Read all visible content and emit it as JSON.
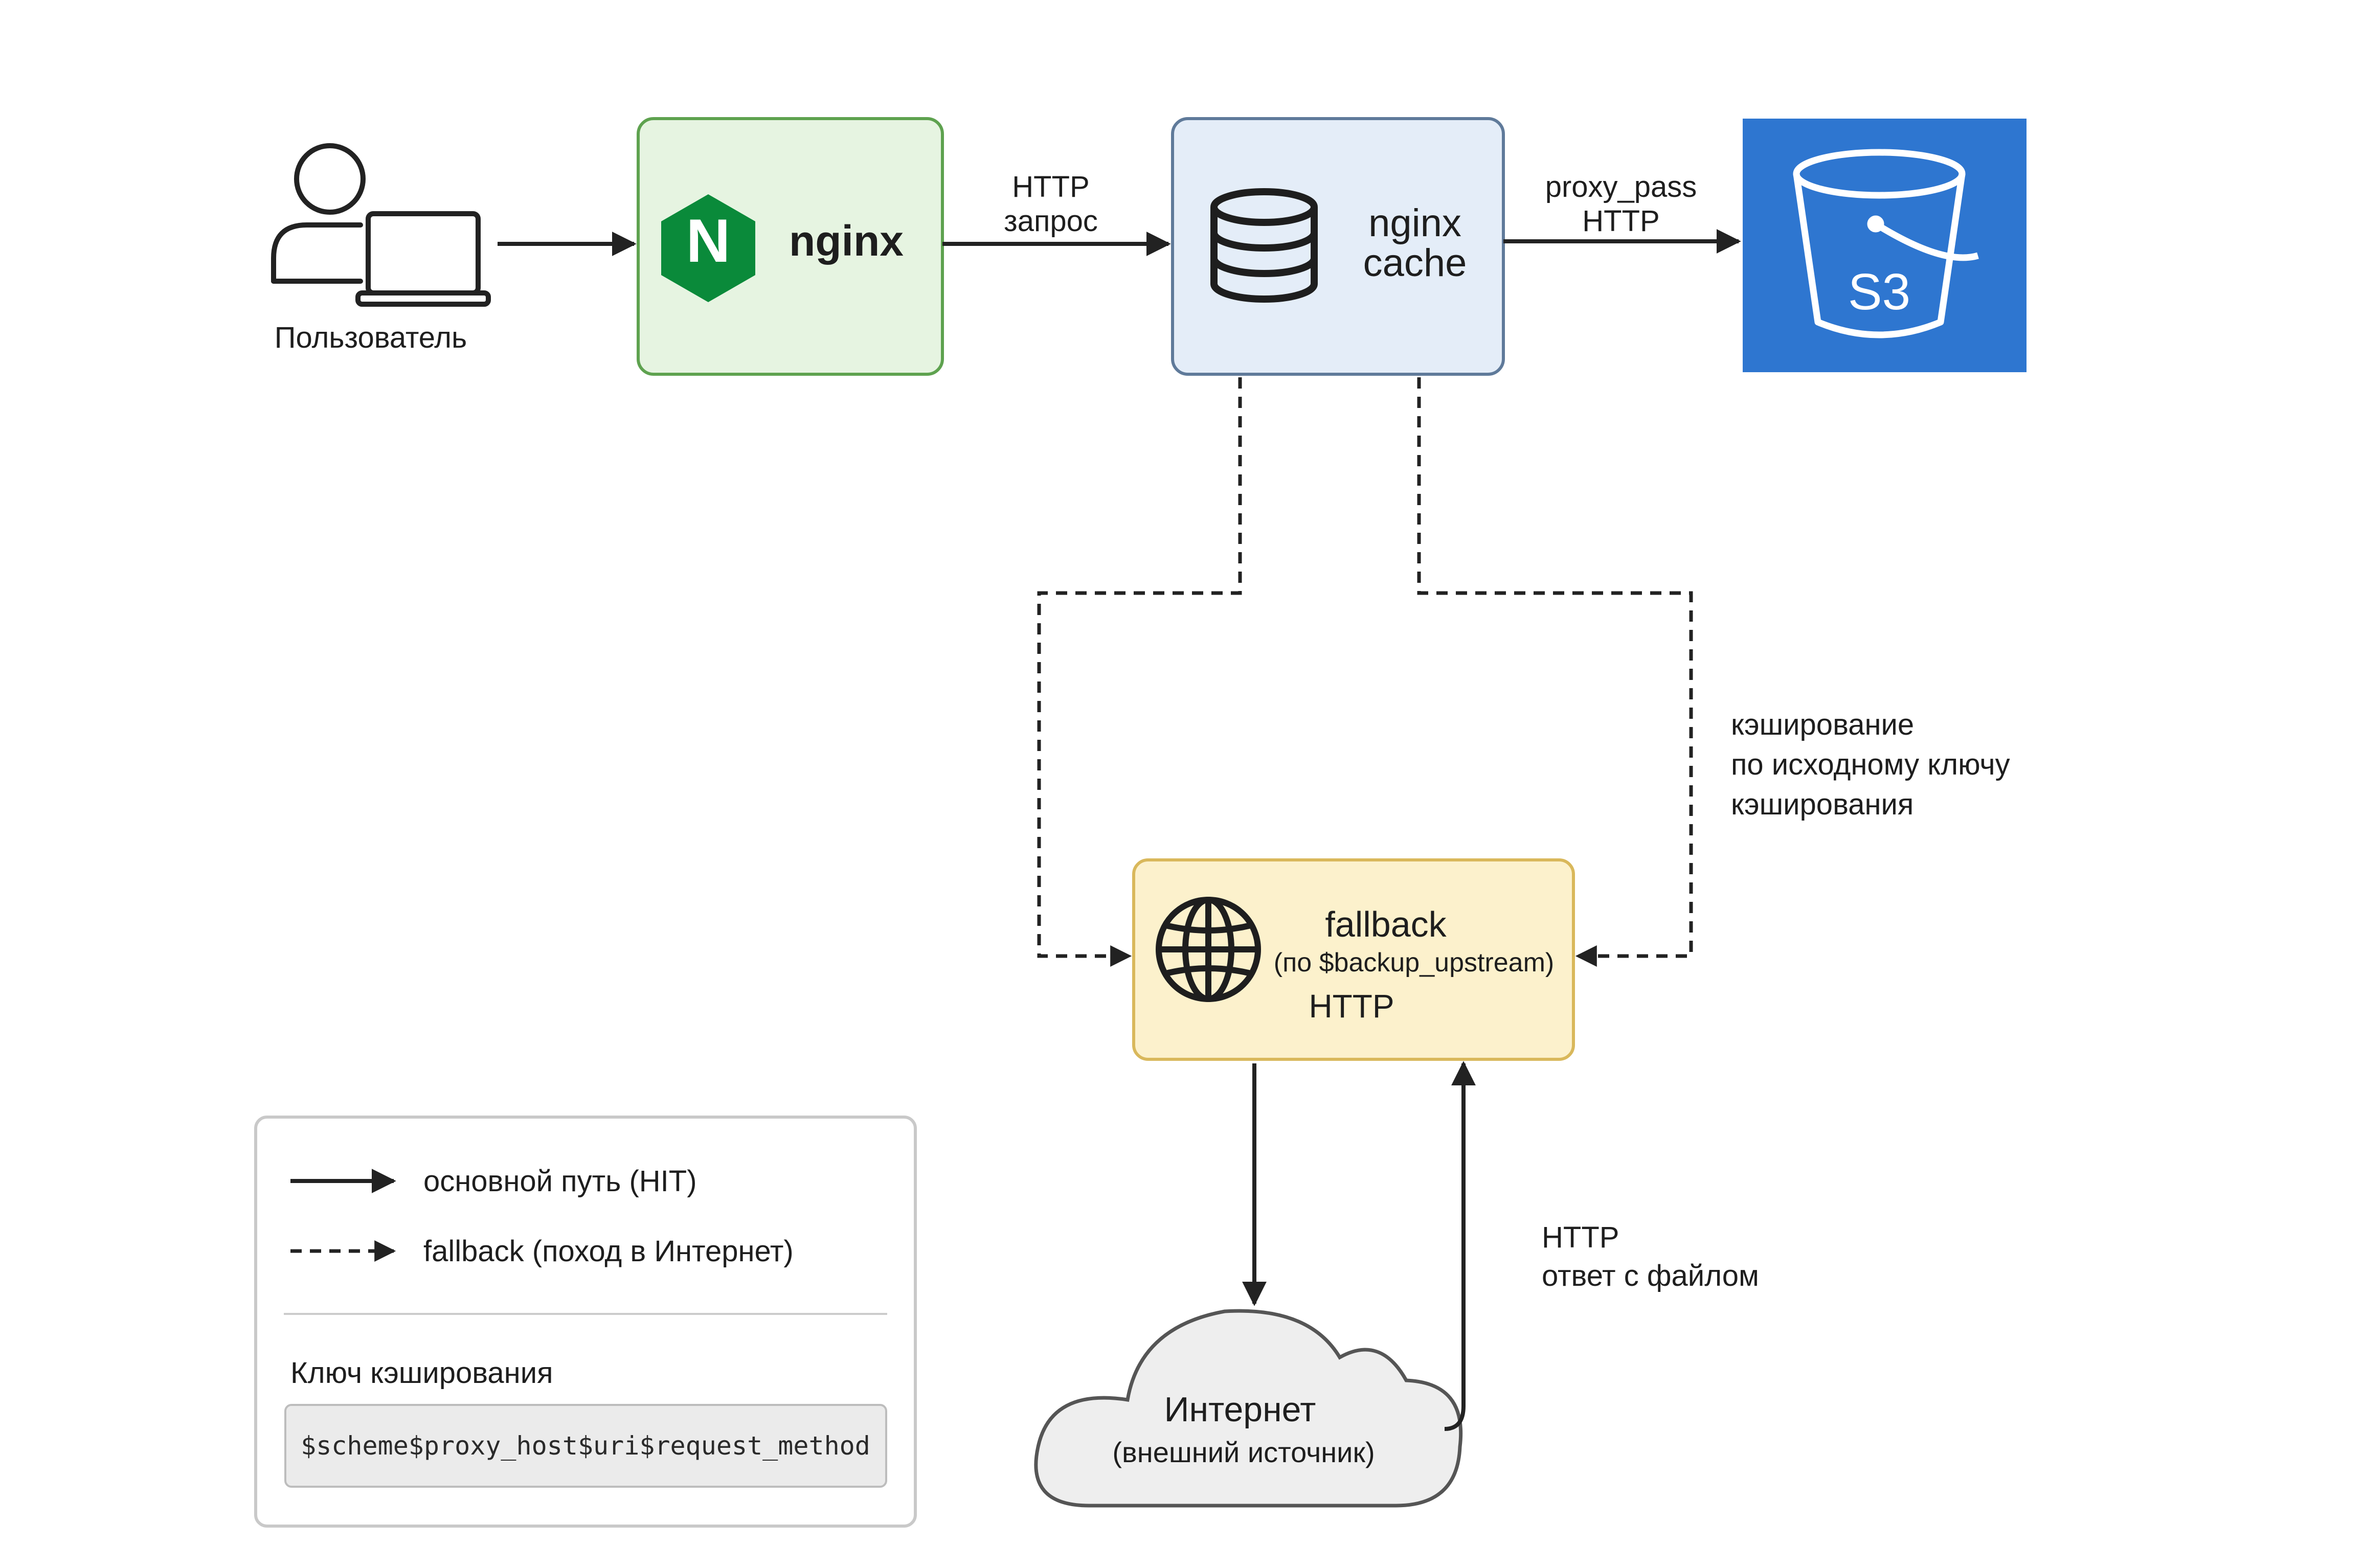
{
  "nodes": {
    "user": {
      "label": "Пользователь"
    },
    "nginx": {
      "label": "nginx",
      "logo_letter": "N"
    },
    "cache": {
      "line1": "nginx",
      "line2": "cache"
    },
    "s3": {
      "label": "S3"
    },
    "fallback": {
      "title": "fallback",
      "subtitle": "(по $backup_upstream)",
      "protocol": "HTTP"
    },
    "internet": {
      "title": "Интернет",
      "subtitle": "(внешний источник)"
    }
  },
  "edges": {
    "nginx_to_cache": {
      "line1": "HTTP",
      "line2": "запрос"
    },
    "cache_to_s3": {
      "line1": "proxy_pass",
      "line2": "HTTP"
    },
    "caching_note": {
      "line1": "кэширование",
      "line2": "по исходному ключу",
      "line3": "кэширования"
    },
    "internet_response": {
      "line1": "HTTP",
      "line2": "ответ с файлом"
    }
  },
  "legend": {
    "solid_label": "основной путь (HIT)",
    "dashed_label": "fallback (поход в Интернет)",
    "key_title": "Ключ кэширования",
    "key_value": "$scheme$proxy_host$uri$request_method"
  },
  "colors": {
    "nginx_fill": "#e6f4e1",
    "nginx_stroke": "#5ea24f",
    "nginx_logo": "#0a8a3a",
    "cache_fill": "#e4edf8",
    "cache_stroke": "#5f7a9a",
    "s3_fill": "#2e76d0",
    "fallback_fill": "#fcf1cc",
    "fallback_stroke": "#d9b85b",
    "line": "#222222"
  }
}
